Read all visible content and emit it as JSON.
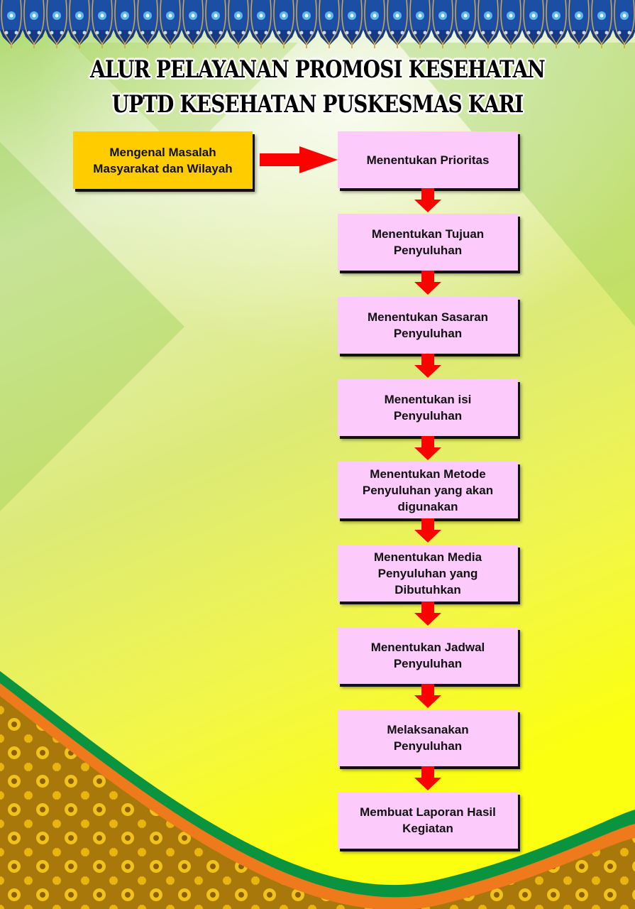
{
  "title": {
    "line1": "ALUR PELAYANAN PROMOSI KESEHATAN",
    "line2": "UPTD KESEHATAN PUSKESMAS KARI"
  },
  "start": {
    "lines": [
      "Mengenal Masalah",
      "Masyarakat dan Wilayah"
    ]
  },
  "steps": [
    {
      "lines": [
        "Menentukan Prioritas"
      ]
    },
    {
      "lines": [
        "Menentukan Tujuan",
        "Penyuluhan"
      ]
    },
    {
      "lines": [
        "Menentukan Sasaran",
        "Penyuluhan"
      ]
    },
    {
      "lines": [
        "Menentukan isi",
        "Penyuluhan"
      ]
    },
    {
      "lines": [
        "Menentukan Metode",
        "Penyuluhan yang akan",
        "digunakan"
      ]
    },
    {
      "lines": [
        "Menentukan Media",
        "Penyuluhan yang",
        "Dibutuhkan"
      ]
    },
    {
      "lines": [
        "Menentukan Jadwal",
        "Penyuluhan"
      ]
    },
    {
      "lines": [
        "Melaksanakan",
        "Penyuluhan"
      ]
    },
    {
      "lines": [
        "Membuat Laporan Hasil",
        "Kegiatan"
      ]
    }
  ],
  "icons": {
    "connector": "arrow-right-icon",
    "step_connector": "arrow-down-icon"
  },
  "colors": {
    "start_box": "#ffcc00",
    "step_box": "#fccbfb",
    "arrow": "#ff0000",
    "band_green": "#0a9440",
    "band_orange": "#ee7a1c",
    "ornament_blue": "#1a4fa8"
  }
}
